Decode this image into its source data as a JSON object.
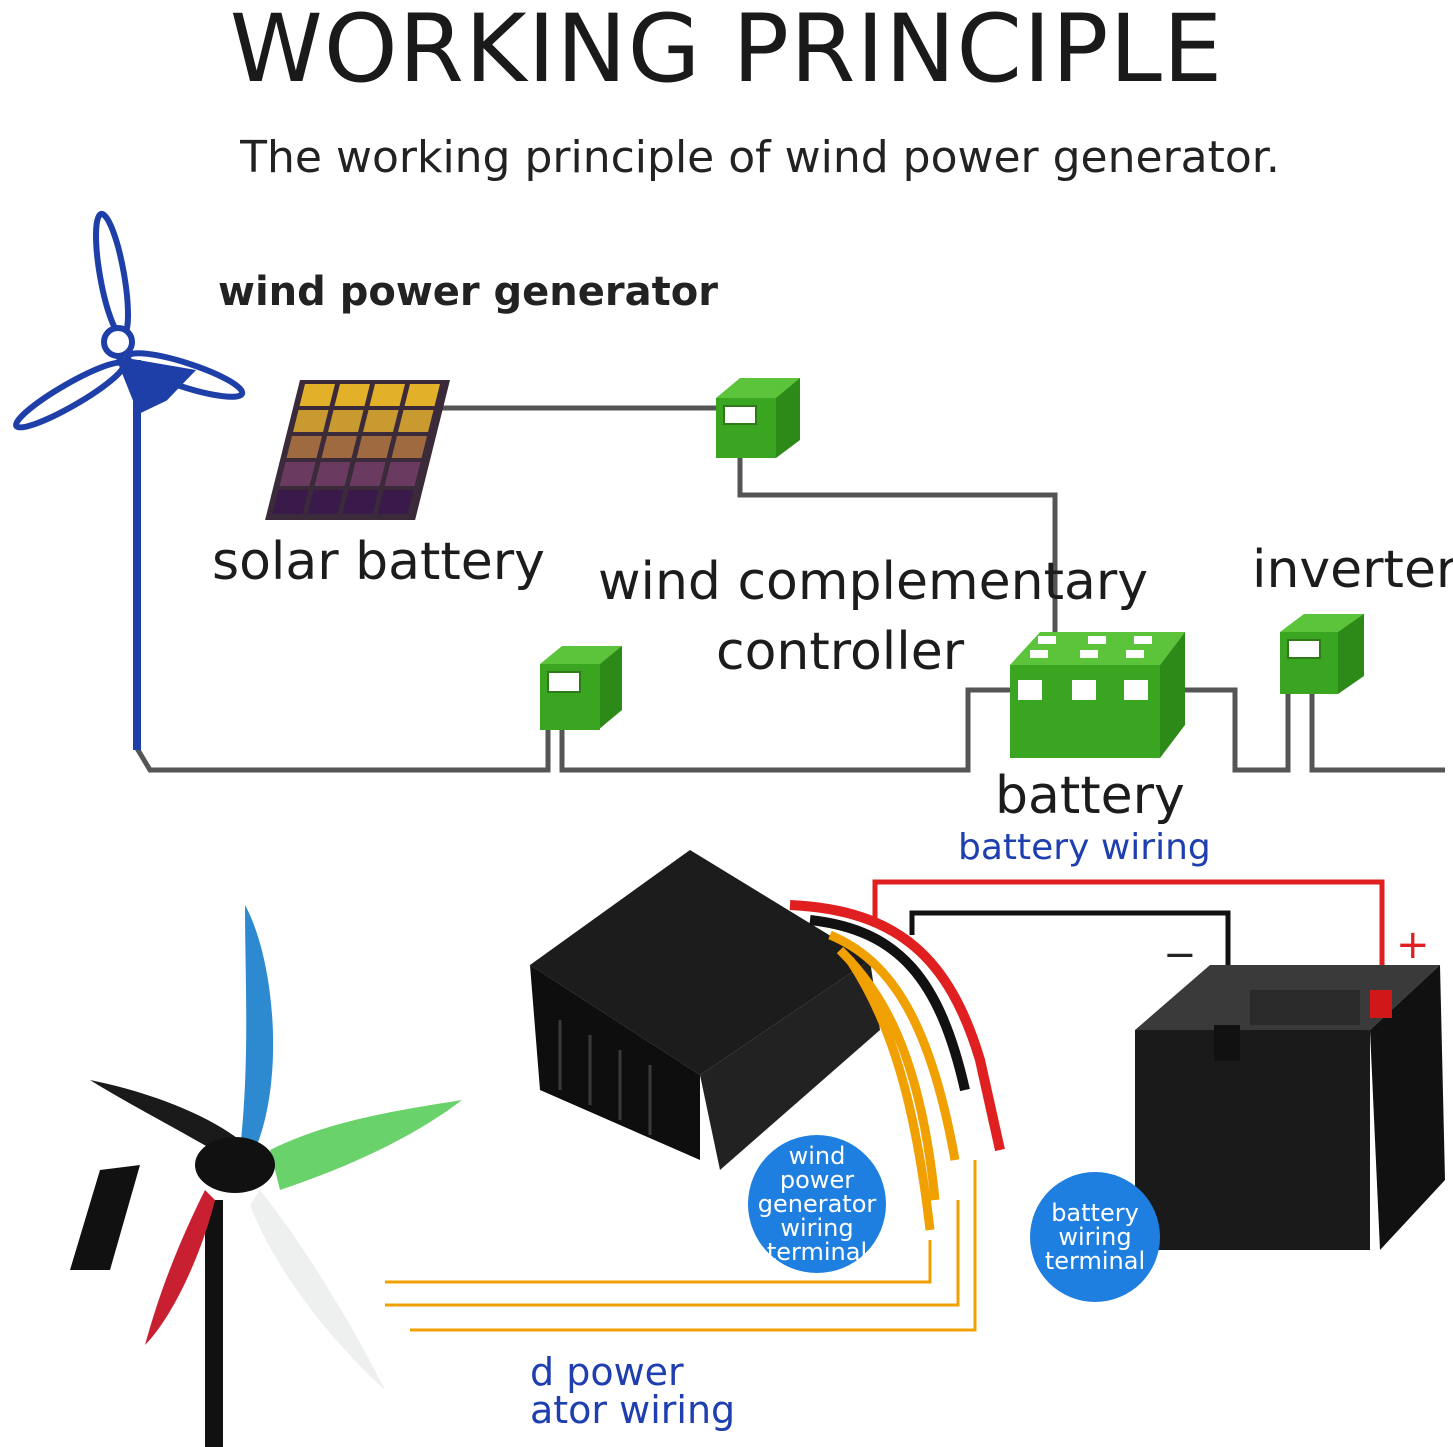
{
  "title": "WORKING PRINCIPLE",
  "subtitle": "The working principle of wind power generator.",
  "labels": {
    "wind_power_generator": "wind power generator",
    "solar_battery": "solar battery",
    "wind_complementary_controller_line1": "wind complementary",
    "wind_complementary_controller_line2": "controller",
    "inverter": "inverter",
    "battery": "battery",
    "battery_wiring": "battery wiring",
    "wind_power_wiring_line1": "d power",
    "wind_power_wiring_line2": "ator wiring",
    "minus_sign": "−",
    "plus_sign": "+"
  },
  "callouts": {
    "wind_terminal": "wind\npower\ngenerator\nwiring\nterminal",
    "battery_terminal": "battery\nwiring\nterminal"
  },
  "colors": {
    "line": "#555555",
    "turbine_blue": "#1e3fa8",
    "box_green": "#3aa520",
    "callout_blue": "#1e7fe0",
    "wire_red": "#e02020",
    "wire_yellow": "#f0a000",
    "text_blue": "#1f3fb0"
  }
}
